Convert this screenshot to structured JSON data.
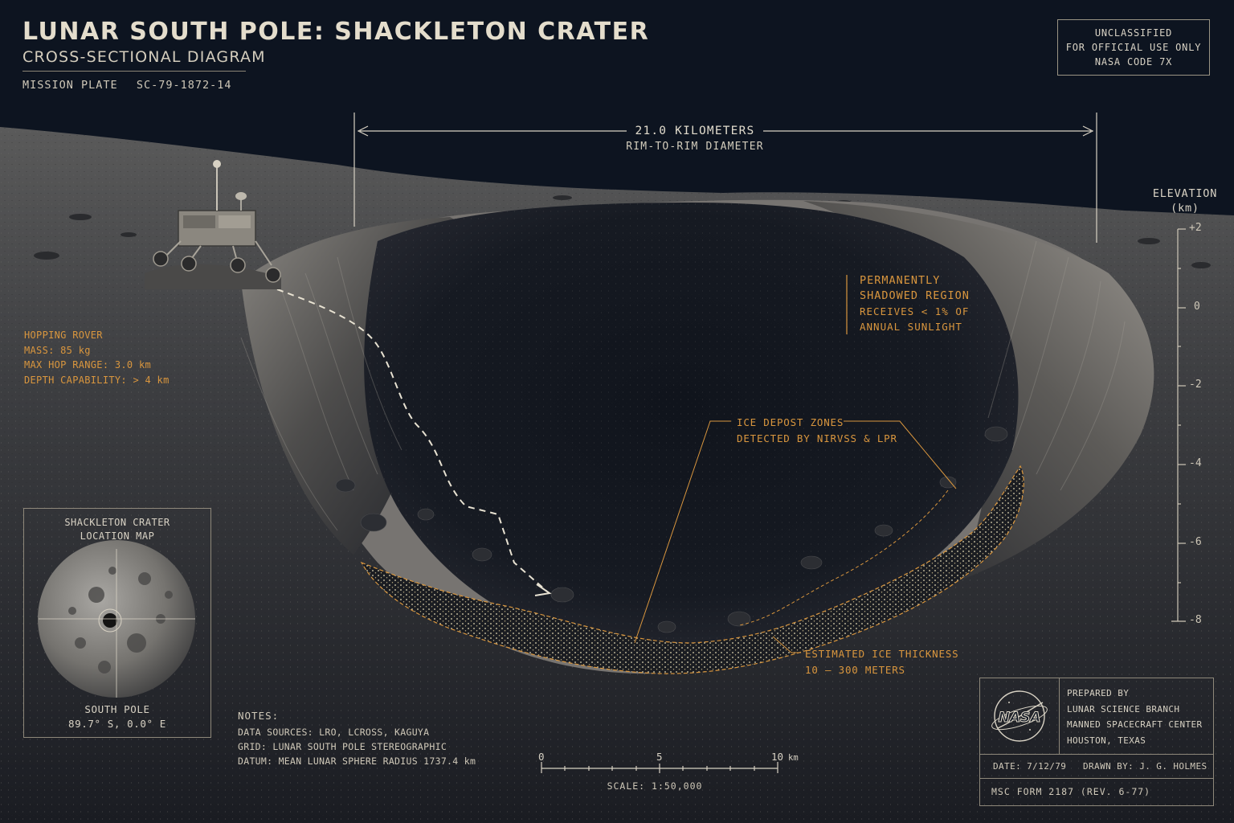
{
  "header": {
    "title": "LUNAR SOUTH POLE: SHACKLETON CRATER",
    "subtitle": "CROSS-SECTIONAL DIAGRAM",
    "plate_label": "MISSION PLATE",
    "plate_number": "SC-79-1872-14"
  },
  "classification": {
    "line1": "UNCLASSIFIED",
    "line2": "FOR OFFICIAL USE ONLY",
    "line3": "NASA CODE 7X"
  },
  "diameter": {
    "value": "21.0 KILOMETERS",
    "label": "RIM-TO-RIM DIAMETER"
  },
  "elevation": {
    "title_line1": "ELEVATION",
    "title_line2": "(km)",
    "ticks": [
      "+2",
      "0",
      "-2",
      "-4",
      "-6",
      "-8"
    ]
  },
  "rover": {
    "line1": "HOPPING ROVER",
    "line2": "MASS: 85 kg",
    "line3": "MAX HOP RANGE: 3.0 km",
    "line4": "DEPTH CAPABILITY: > 4 km"
  },
  "shadowed_region": {
    "line1": "PERMANENTLY",
    "line2": "SHADOWED REGION",
    "line3": "RECEIVES < 1% OF",
    "line4": "ANNUAL SUNLIGHT"
  },
  "ice_zones": {
    "line1": "ICE DEPOST ZONES",
    "line2": "DETECTED BY NIRVSS & LPR"
  },
  "ice_thickness": {
    "line1": "ESTIMATED ICE THICKNESS",
    "line2": "10 – 300 METERS"
  },
  "location_map": {
    "title_line1": "SHACKLETON CRATER",
    "title_line2": "LOCATION MAP",
    "bottom_line1": "SOUTH POLE",
    "bottom_line2": "89.7° S, 0.0° E"
  },
  "notes": {
    "heading": "NOTES:",
    "line1": "DATA SOURCES: LRO, LCROSS, KAGUYA",
    "line2": "GRID: LUNAR SOUTH POLE STEREOGRAPHIC",
    "line3": "DATUM: MEAN LUNAR SPHERE RADIUS 1737.4 km"
  },
  "scale_bar": {
    "labels": [
      "0",
      "5",
      "10"
    ],
    "unit": "km",
    "text": "SCALE: 1:50,000"
  },
  "title_block": {
    "logo_text": "NASA",
    "prepared_by": "PREPARED BY",
    "org1": "LUNAR SCIENCE BRANCH",
    "org2": "MANNED SPACECRAFT CENTER",
    "org3": "HOUSTON, TEXAS",
    "date": "DATE: 7/12/79",
    "drawn_by": "DRAWN BY: J. G. HOLMES",
    "form": "MSC FORM 2187 (REV. 6-77)"
  },
  "colors": {
    "background": "#0d1420",
    "annotation_orange": "#d9963e",
    "ink": "#d8d2c4"
  }
}
